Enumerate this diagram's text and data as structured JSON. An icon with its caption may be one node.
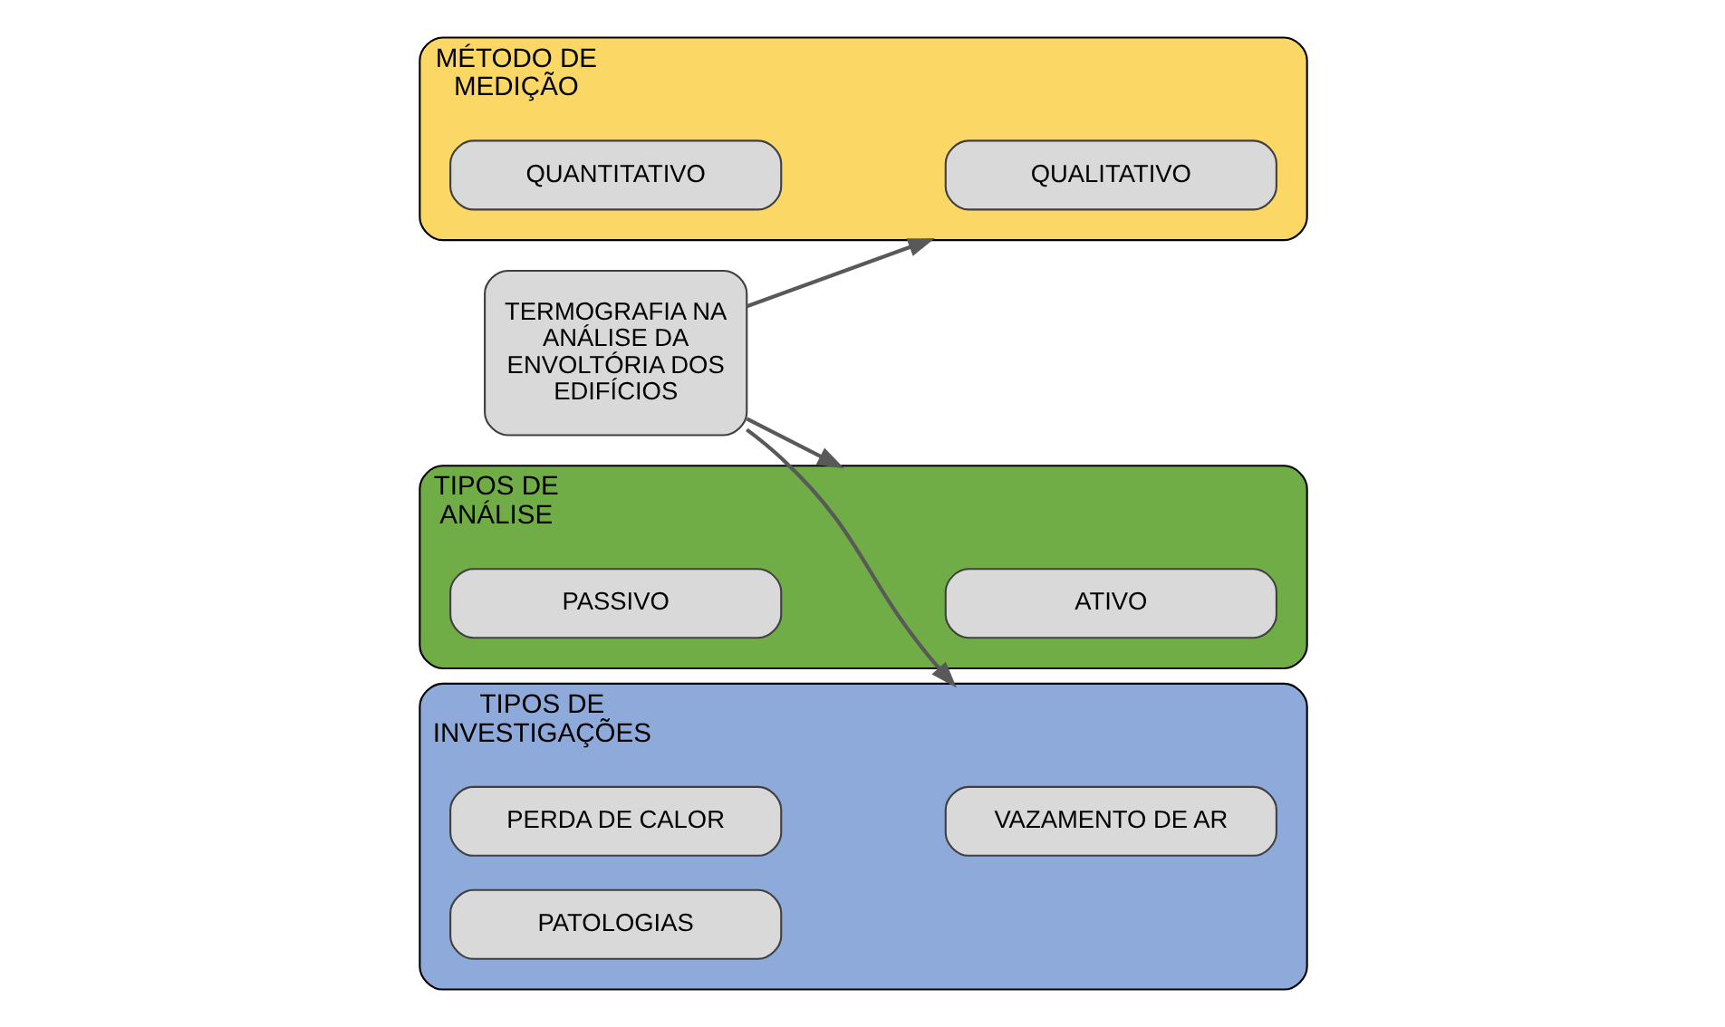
{
  "diagram": {
    "nodes": [
      {
        "text": [
          "TERMOGRAFIA NA ANÁLISE DA ENVOLTÓRIA DOS EDIFÍCIOS"
        ]
      },
      {
        "text": [
          "MÉTODO DE MEDIÇÃO"
        ]
      },
      {
        "text": [
          "QUALITATIVO"
        ],
        "in": 1
      },
      {
        "text": [
          "QUANTITATIVO"
        ],
        "in": 1
      },
      {
        "text": [
          "TIPOS DE ANÁLISE"
        ]
      },
      {
        "text": [
          "ATIVO"
        ],
        "in": 4
      },
      {
        "text": [
          "PASSIVO"
        ],
        "in": 4
      },
      {
        "text": [
          "TIPOS DE INVESTIGAÇÕES"
        ]
      },
      {
        "text": [
          "PERDA DE CALOR"
        ],
        "in": 7
      },
      {
        "text": [
          "VAZAMENTO DE AR"
        ],
        "in": 7
      },
      {
        "text": [
          "PATOLOGIAS"
        ],
        "in": 7
      }
    ],
    "edges": [
      {
        "from": 0,
        "to": 1,
        "arrow": "to"
      },
      {
        "from": 0,
        "to": 4,
        "arrow": "to"
      },
      {
        "from": 0,
        "to": 7,
        "arrow": "to"
      }
    ]
  }
}
